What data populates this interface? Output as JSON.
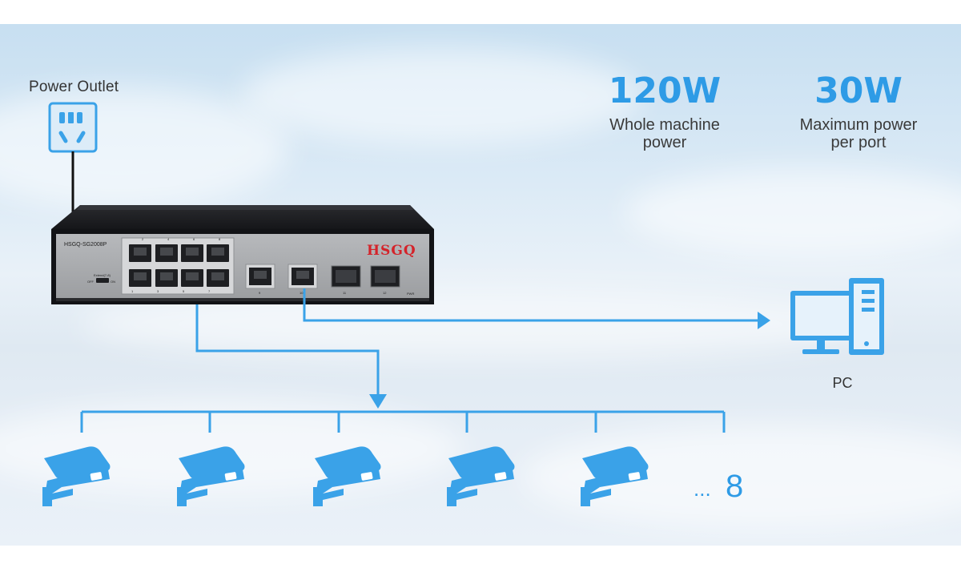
{
  "power_outlet": {
    "label": "Power Outlet"
  },
  "stats": [
    {
      "value": "120W",
      "caption_lines": [
        "Whole machine",
        "power"
      ]
    },
    {
      "value": "30W",
      "caption_lines": [
        "Maximum power",
        "per port"
      ]
    }
  ],
  "switch": {
    "brand": "HSGQ",
    "model": "HSGQ-SG2008P",
    "port_numbers": [
      "1",
      "2",
      "3",
      "4",
      "5",
      "6",
      "7",
      "8",
      "9",
      "10",
      "11",
      "12"
    ],
    "extend_label": "Extend(7-8)",
    "off_label": "OFF",
    "on_label": "ON",
    "pwr_label": "PWR"
  },
  "pc": {
    "label": "PC"
  },
  "cameras": {
    "ellipsis": "...",
    "count": "8"
  },
  "colors": {
    "accent": "#2e9be6",
    "line": "#3aa2e8",
    "switch_body": "#1c1d20",
    "switch_panel": "#a9abae",
    "brand_red": "#d4232a"
  },
  "icons": [
    "power-outlet-icon",
    "pc-icon",
    "camera-icon"
  ]
}
